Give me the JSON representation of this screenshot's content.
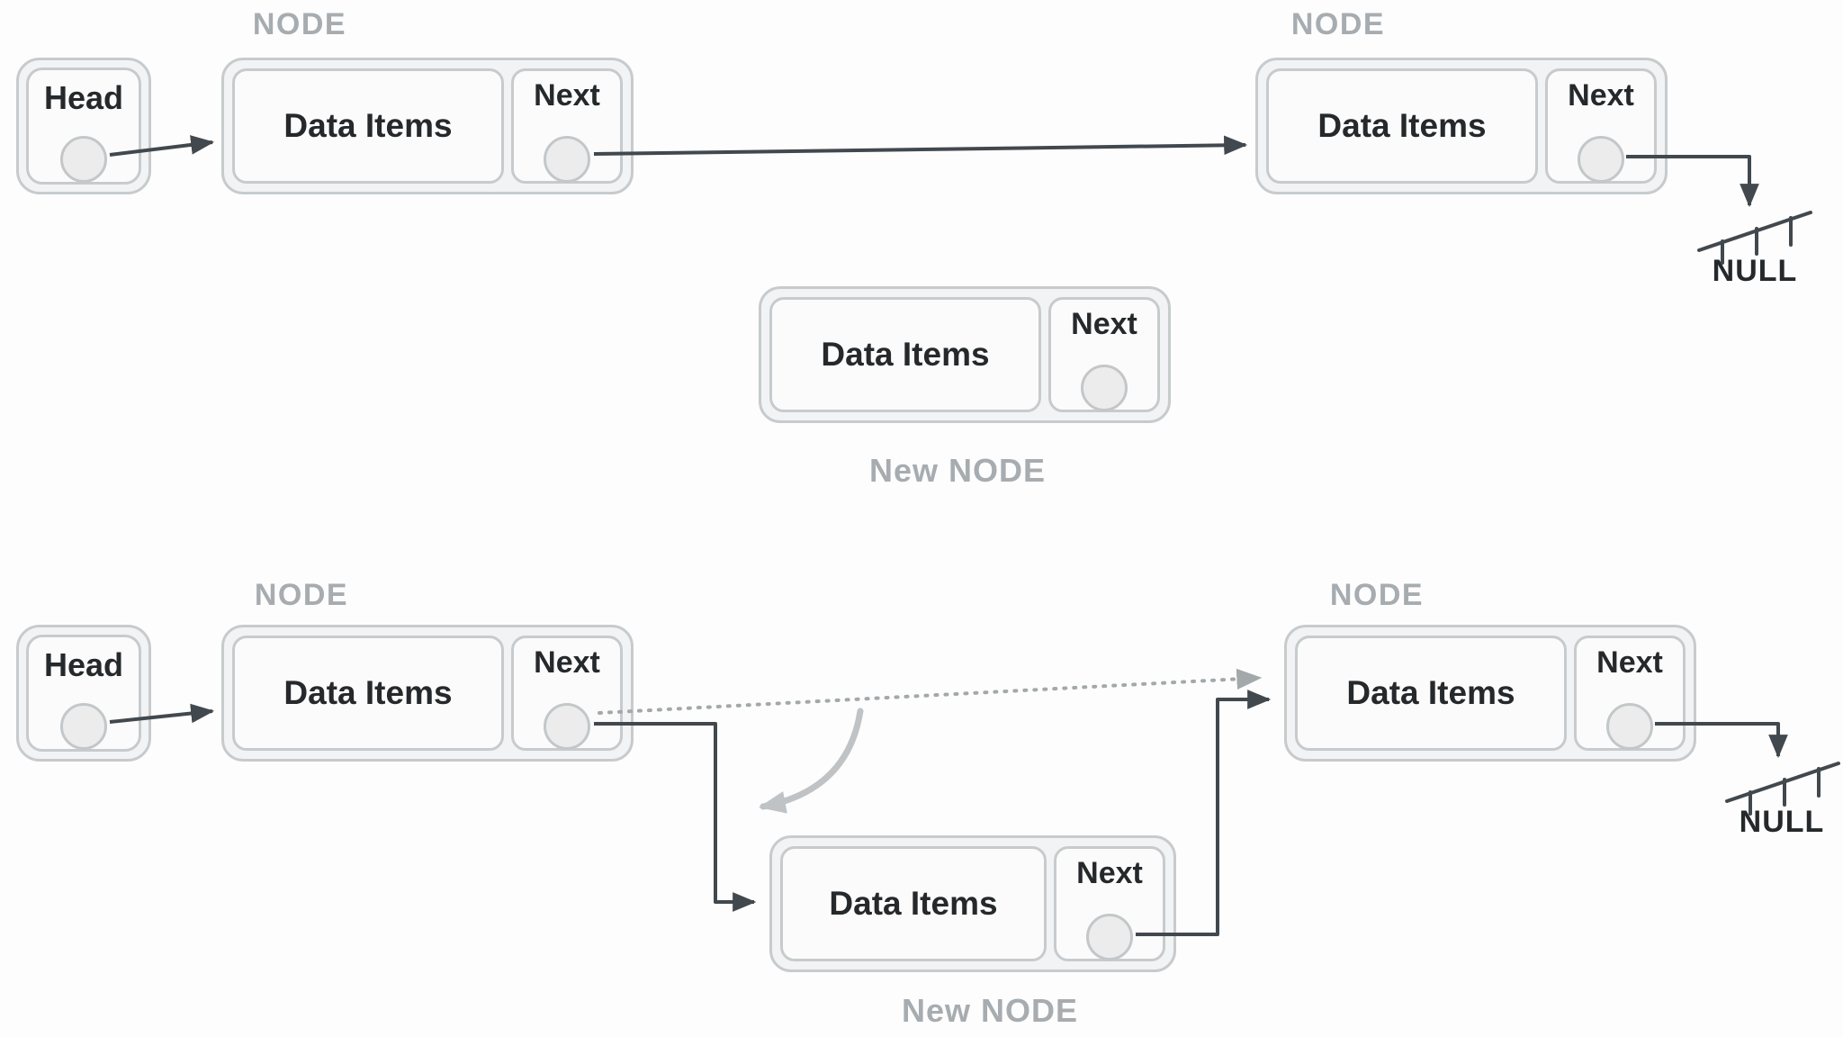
{
  "colors": {
    "background": "#fdfdfd",
    "box_border": "#c7cbcd",
    "box_outer_fill": "#f2f3f4",
    "box_inner_fill": "#fbfbfb",
    "circle_fill": "#ececec",
    "circle_border": "#c3c7c9",
    "text_dark": "#26292b",
    "label_gray": "#a7acb0",
    "arrow_dark": "#41484e",
    "arrow_gray": "#a3a8ab",
    "arrow_light": "#bfc3c5"
  },
  "scenes": {
    "before": {
      "node1_label": "NODE",
      "node2_label": "NODE",
      "head_label": "Head",
      "node1_data": "Data Items",
      "node1_next": "Next",
      "node2_data": "Data Items",
      "node2_next": "Next",
      "null_label": "NULL",
      "new_node_data": "Data Items",
      "new_node_next": "Next",
      "new_node_label": "New NODE"
    },
    "after": {
      "node1_label": "NODE",
      "node2_label": "NODE",
      "head_label": "Head",
      "node1_data": "Data Items",
      "node1_next": "Next",
      "node2_data": "Data Items",
      "node2_next": "Next",
      "null_label": "NULL",
      "new_node_data": "Data Items",
      "new_node_next": "Next",
      "new_node_label": "New NODE"
    }
  }
}
